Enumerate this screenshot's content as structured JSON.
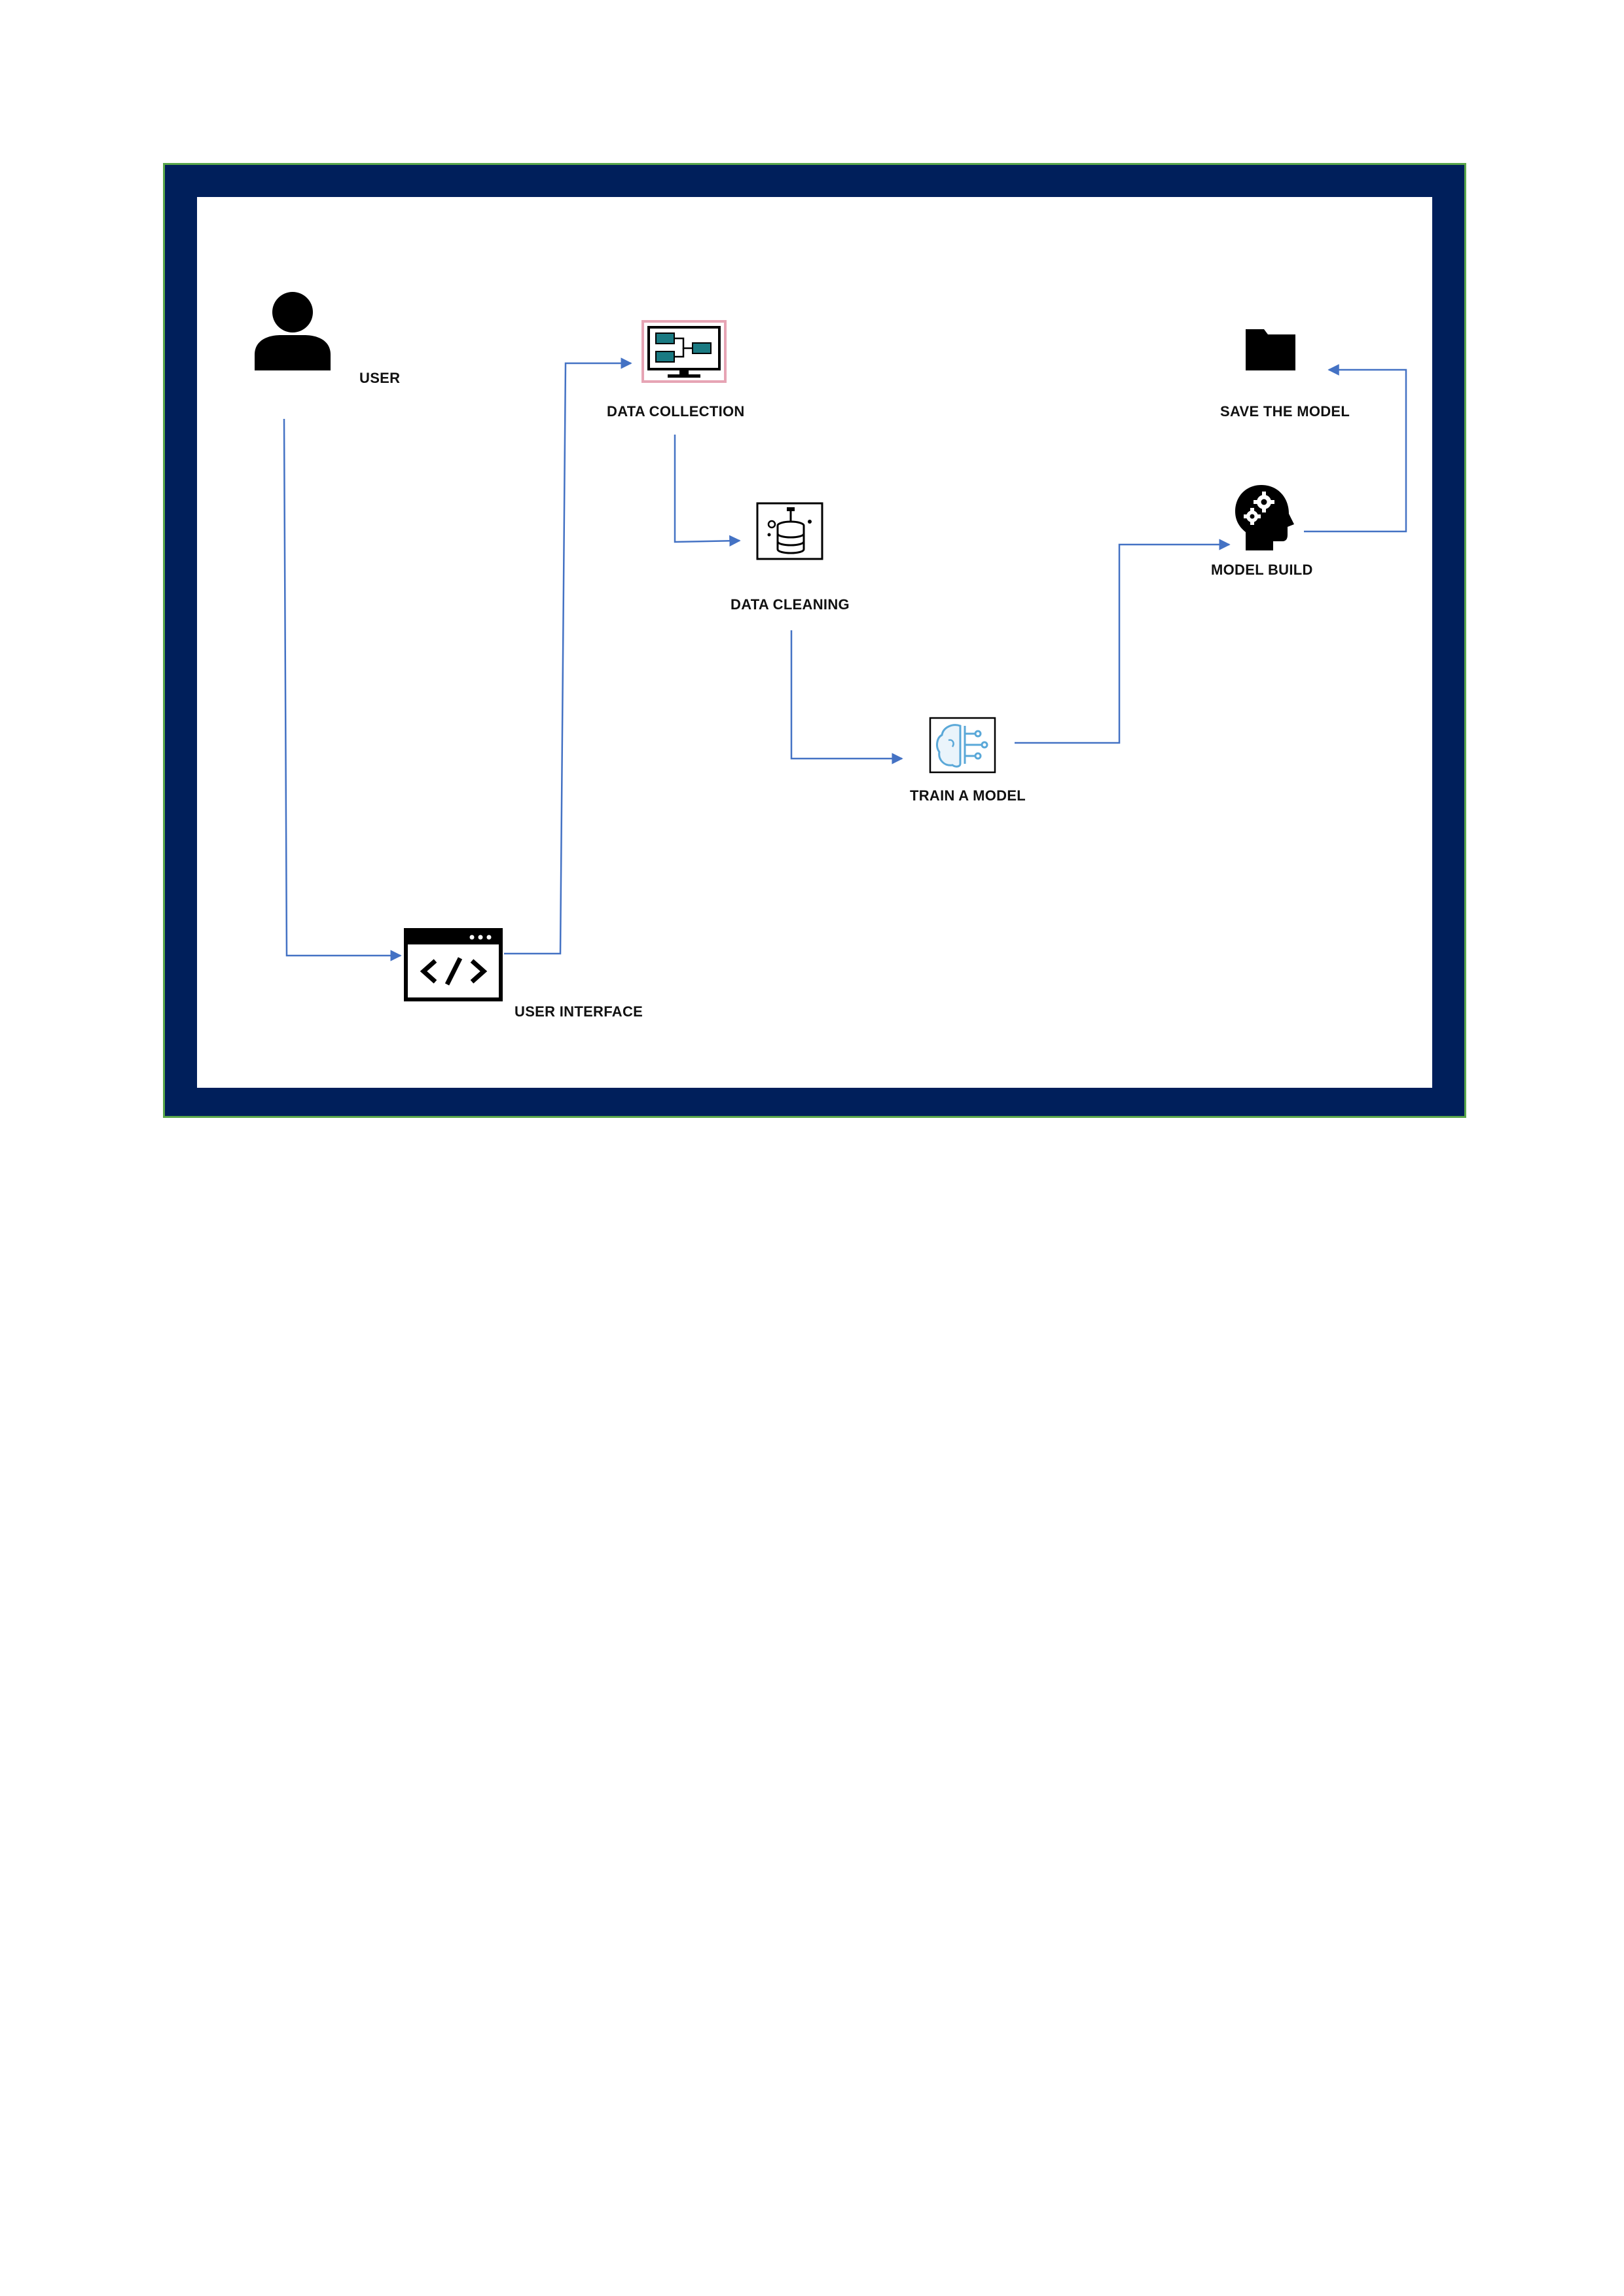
{
  "diagram": {
    "title": "",
    "frame_color": "#001f5b",
    "arrow_color": "#4472c4",
    "nodes": [
      {
        "id": "user",
        "label": "USER",
        "icon": "person-icon"
      },
      {
        "id": "ui",
        "label": "USER INTERFACE",
        "icon": "code-window-icon"
      },
      {
        "id": "collection",
        "label": "DATA COLLECTION",
        "icon": "network-monitor-icon"
      },
      {
        "id": "cleaning",
        "label": "DATA CLEANING",
        "icon": "database-cleaning-icon"
      },
      {
        "id": "train",
        "label": "TRAIN A MODEL",
        "icon": "ai-brain-icon"
      },
      {
        "id": "build",
        "label": "MODEL BUILD",
        "icon": "head-gears-icon"
      },
      {
        "id": "save",
        "label": "SAVE THE MODEL",
        "icon": "folder-icon"
      }
    ],
    "edges": [
      {
        "from": "user",
        "to": "ui"
      },
      {
        "from": "ui",
        "to": "collection"
      },
      {
        "from": "collection",
        "to": "cleaning"
      },
      {
        "from": "cleaning",
        "to": "train"
      },
      {
        "from": "train",
        "to": "build"
      },
      {
        "from": "build",
        "to": "save"
      }
    ]
  }
}
